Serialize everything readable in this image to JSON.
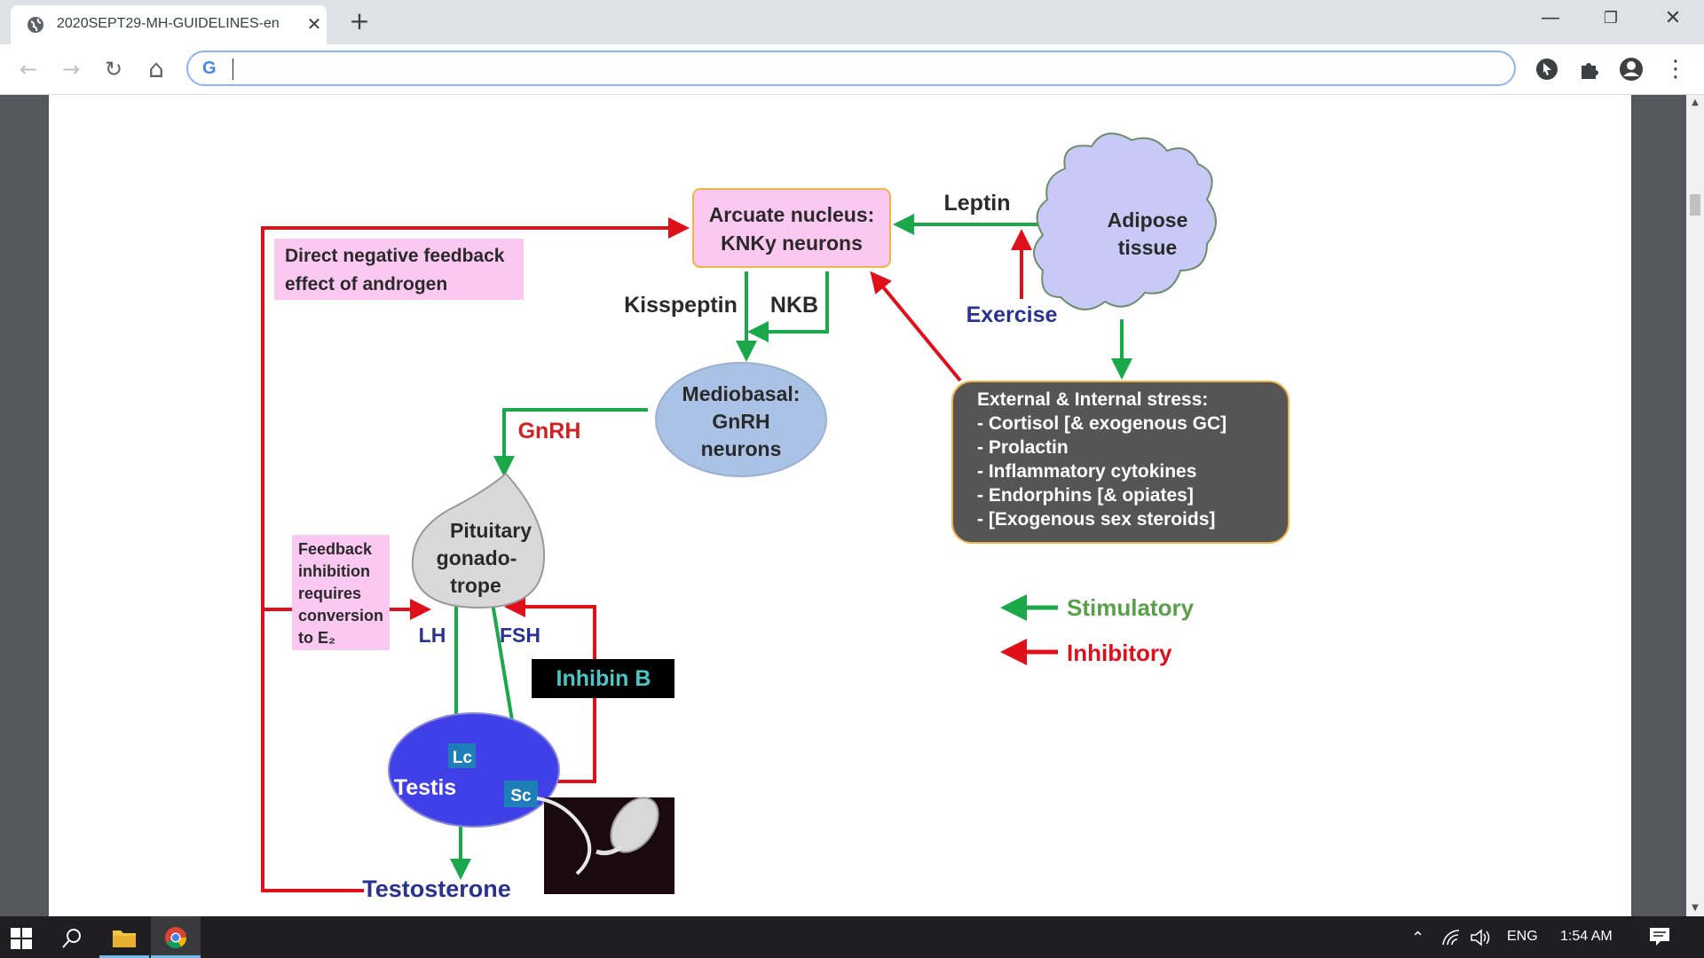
{
  "browser": {
    "tab_title": "2020SEPT29-MH-GUIDELINES-en",
    "tab_close": "✕",
    "new_tab": "+",
    "omnibox_value": "",
    "google_letter": "G",
    "window_controls": {
      "minimize": "—",
      "restore": "❐",
      "close": "✕"
    },
    "nav": {
      "back": "←",
      "forward": "→",
      "reload": "↻",
      "home": "⌂"
    },
    "menu": "⋮"
  },
  "diagram": {
    "arcuate_line1": "Arcuate nucleus:",
    "arcuate_line2": "KNKy neurons",
    "leptin": "Leptin",
    "adipose_line1": "Adipose",
    "adipose_line2": "tissue",
    "direct_feedback_line1": "Direct negative feedback",
    "direct_feedback_line2": "effect of androgen",
    "kisspeptin": "Kisspeptin",
    "nkb": "NKB",
    "exercise": "Exercise",
    "mediobasal_line1": "Mediobasal:",
    "mediobasal_line2": "GnRH",
    "mediobasal_line3": "neurons",
    "gnrh": "GnRH",
    "stress_title": "External & Internal stress:",
    "stress_items": [
      "- Cortisol [& exogenous GC]",
      "- Prolactin",
      "- Inflammatory cytokines",
      "- Endorphins [& opiates]",
      "- [Exogenous sex steroids]"
    ],
    "pituitary_line1": "Pituitary",
    "pituitary_line2": "gonado-",
    "pituitary_line3": "trope",
    "feedback_inhibition": [
      "Feedback",
      "inhibition",
      "requires",
      "conversion",
      "to E₂"
    ],
    "lh": "LH",
    "fsh": "FSH",
    "inhibin_b": "Inhibin B",
    "testis": "Testis",
    "lc": "Lc",
    "sc": "Sc",
    "testosterone": "Testosterone",
    "legend_stimulatory": "Stimulatory",
    "legend_inhibitory": "Inhibitory"
  },
  "colors": {
    "stimulatory": "#1aa84a",
    "inhibitory": "#e0101b",
    "pink_box": "#fbc8f1",
    "adipose": "#c9c9f8",
    "mediobasal": "#a9c2e6",
    "stress_box": "#555555",
    "testis": "#4040e8",
    "dark_blue_text": "#29338f"
  },
  "taskbar": {
    "lang": "ENG",
    "time": "1:54 AM"
  }
}
